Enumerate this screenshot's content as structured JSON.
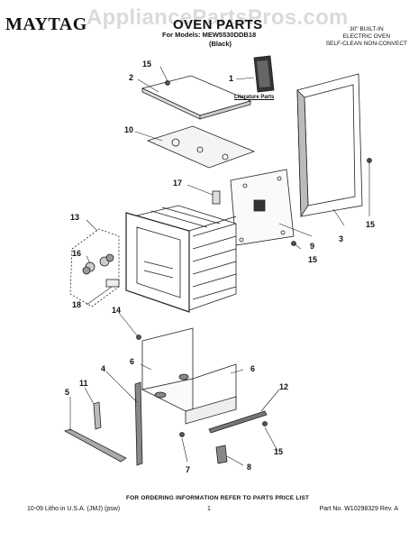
{
  "header": {
    "brand": "MAYTAG",
    "watermark": "AppliancePartsPros.com",
    "title": "OVEN PARTS",
    "models_line": "For Models: MEW5530DDB18",
    "color_line": "(Black)",
    "description": [
      "30\" BUILT-IN",
      "ELECTRIC OVEN",
      "SELF-CLEAN NON-CONVECT"
    ]
  },
  "literature_label": "Literature Parts",
  "callouts": {
    "c1": "1",
    "c2": "2",
    "c3": "3",
    "c4": "4",
    "c5": "5",
    "c6a": "6",
    "c6b": "6",
    "c7": "7",
    "c8": "8",
    "c9": "9",
    "c10": "10",
    "c11": "11",
    "c12": "12",
    "c13": "13",
    "c14": "14",
    "c15a": "15",
    "c15b": "15",
    "c15c": "15",
    "c15d": "15",
    "c16": "16",
    "c17": "17",
    "c18": "18"
  },
  "footer": {
    "order_info": "FOR ORDERING INFORMATION REFER TO PARTS PRICE LIST",
    "litho": "10-09 Litho in U.S.A. (JMJ) (psw)",
    "page": "1",
    "part_no": "Part No. W10298329 Rev. A"
  }
}
